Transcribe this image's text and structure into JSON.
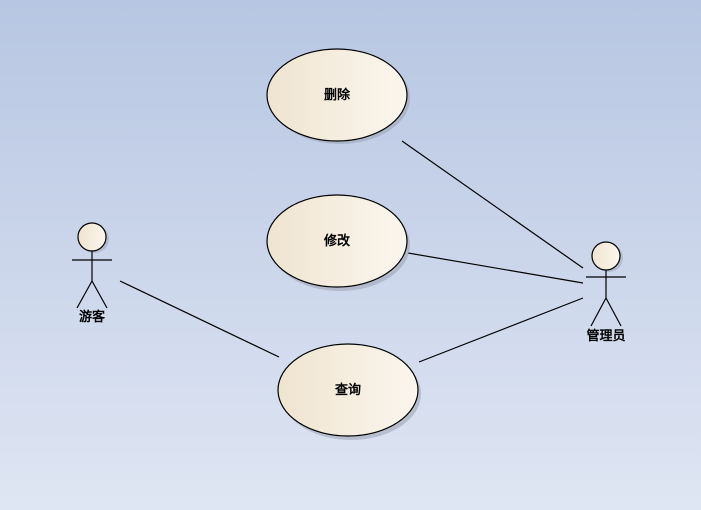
{
  "diagram": {
    "actors": {
      "visitor": {
        "label": "游客"
      },
      "admin": {
        "label": "管理员"
      }
    },
    "use_cases": {
      "delete": {
        "label": "删除"
      },
      "modify": {
        "label": "修改"
      },
      "query": {
        "label": "查询"
      }
    },
    "colors": {
      "background_top": "#b7c6e2",
      "background_bottom": "#dfe6f3",
      "usecase_fill_left": "#efe4cf",
      "usecase_fill_right": "#fbf6ee",
      "stroke": "#000000",
      "shadow": "#9aa3b3"
    }
  }
}
